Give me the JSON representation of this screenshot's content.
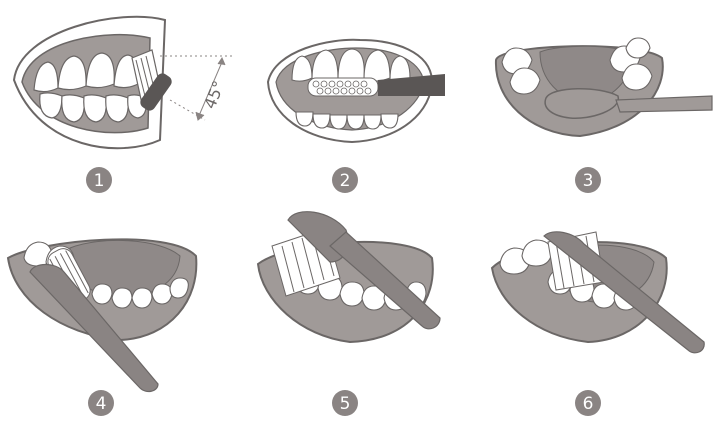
{
  "figure": {
    "angle_label": "45°",
    "steps": [
      {
        "number": "1"
      },
      {
        "number": "2"
      },
      {
        "number": "3"
      },
      {
        "number": "4"
      },
      {
        "number": "5"
      },
      {
        "number": "6"
      }
    ]
  },
  "colors": {
    "gum": "#a09a98",
    "lip": "#ffffff",
    "outline": "#6b6766",
    "tooth": "#ffffff",
    "toothbrush": "#8a8483",
    "toothbrush_dark": "#5a5655",
    "badge": "#8a8483",
    "badge_text": "#ffffff",
    "tongue": "#8f8988"
  }
}
